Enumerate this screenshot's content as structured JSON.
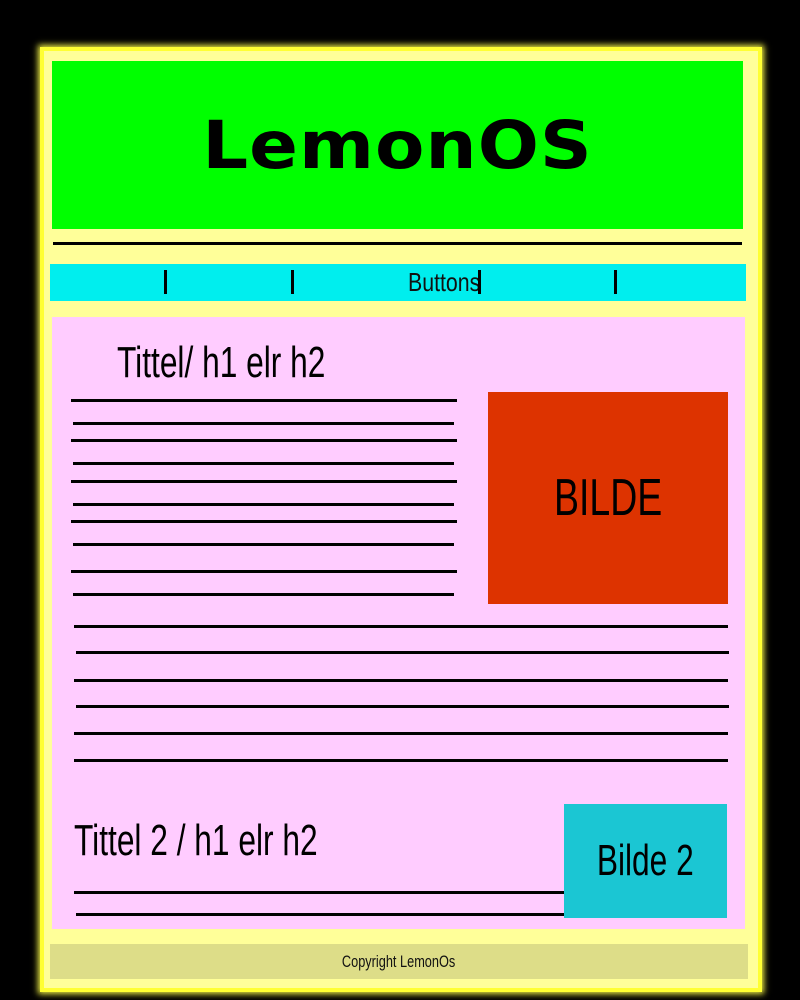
{
  "header": {
    "title": "LemonOS"
  },
  "nav": {
    "label": "Buttons"
  },
  "section1": {
    "title": "Tittel/ h1 elr h2",
    "image_label": "BILDE"
  },
  "section2": {
    "title": "Tittel 2 / h1 elr h2",
    "image_label": "Bilde 2"
  },
  "footer": {
    "copyright": "Copyright LemonOs"
  },
  "colors": {
    "background": "#000000",
    "page": "#ffff99",
    "header": "#00ff00",
    "nav": "#00eeee",
    "content": "#ffccff",
    "image1": "#dd3300",
    "image2": "#1bc6d3",
    "footer": "#dddd88"
  }
}
